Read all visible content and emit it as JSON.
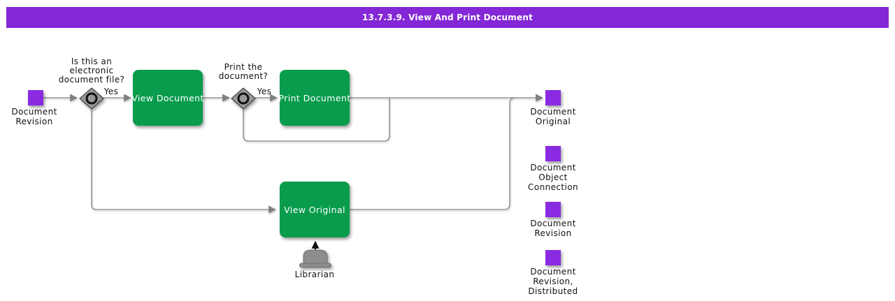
{
  "title": "13.7.3.9. View And Print Document",
  "colors": {
    "header_purple": "#8427D6",
    "entity_purple": "#8A2BE2",
    "task_green": "#089C4C",
    "line_gray": "#808080",
    "diamond_gray": "#999999",
    "actor_gray": "#8D8D8D",
    "text_black": "#111111",
    "task_text": "#FFFFFF"
  },
  "nodes": {
    "document_revision_start": {
      "lines": [
        "Document",
        "Revision"
      ]
    },
    "decision_electronic": {
      "lines": [
        "Is this an",
        "electronic",
        "document file?"
      ],
      "yes_label": "Yes"
    },
    "view_document": {
      "label": "View Document"
    },
    "decision_print": {
      "lines": [
        "Print the",
        "document?"
      ],
      "yes_label": "Yes"
    },
    "print_document": {
      "label": "Print Document"
    },
    "view_original": {
      "label": "View Original"
    },
    "librarian": {
      "label": "Librarian"
    },
    "document_original": {
      "lines": [
        "Document",
        "Original"
      ]
    },
    "document_object_connection": {
      "lines": [
        "Document",
        "Object",
        "Connection"
      ]
    },
    "document_revision_out": {
      "lines": [
        "Document",
        "Revision"
      ]
    },
    "document_revision_distributed": {
      "lines": [
        "Document",
        "Revision,",
        "Distributed"
      ]
    }
  }
}
